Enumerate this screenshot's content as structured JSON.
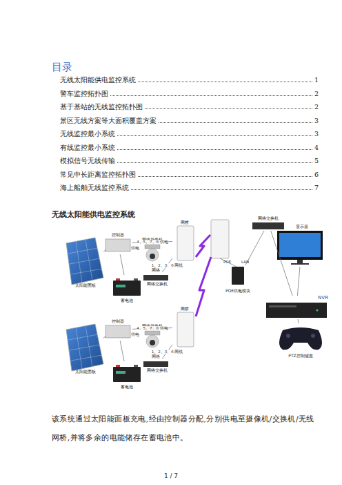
{
  "diagram": {
    "title": "目录",
    "caption": "该系统通过太阳能面板充电,经由控制器分配,分别供电至摄像机/交换机/无线网桥,并将多余的电能储存在蓄电池中。",
    "nodes": [
      {
        "text": [
          "太阳能面板"
        ]
      },
      {
        "text": [
          "控制器"
        ]
      },
      {
        "text": [
          "蓄电池"
        ]
      },
      {
        "text": [
          "网络摄像机"
        ]
      },
      {
        "text": [
          "网络交换机"
        ]
      },
      {
        "text": [
          "网桥"
        ]
      },
      {
        "text": [
          "太阳能面板"
        ]
      },
      {
        "text": [
          "控制器"
        ]
      },
      {
        "text": [
          "蓄电池"
        ]
      },
      {
        "text": [
          "网络摄像机"
        ]
      },
      {
        "text": [
          "网络交换机"
        ]
      },
      {
        "text": [
          "网桥"
        ]
      },
      {
        "text": [
          "POE供电模块"
        ]
      },
      {
        "text": [
          "网络交换机"
        ]
      },
      {
        "text": [
          "显示器"
        ]
      },
      {
        "text": [
          "NVR"
        ]
      },
      {
        "text": [
          "PTZ控制键盘"
        ]
      }
    ],
    "edges": [
      {
        "from": 0,
        "to": 1,
        "arrow": "none"
      },
      {
        "from": 1,
        "to": 2,
        "arrow": "none"
      },
      {
        "from": 1,
        "to": 3,
        "label": "供电",
        "arrow": "none"
      },
      {
        "from": 4,
        "to": 3,
        "label": "网络",
        "arrow": "none"
      },
      {
        "from": 1,
        "to": 5,
        "label": "4、5、7、8 供电",
        "arrow": "none"
      },
      {
        "from": 4,
        "to": 5,
        "label": "1、2、3、6 网线",
        "arrow": "none"
      },
      {
        "from": 6,
        "to": 7,
        "arrow": "none"
      },
      {
        "from": 7,
        "to": 8,
        "arrow": "none"
      },
      {
        "from": 7,
        "to": 9,
        "label": "供电",
        "arrow": "none"
      },
      {
        "from": 10,
        "to": 9,
        "label": "网络",
        "arrow": "none"
      },
      {
        "from": 7,
        "to": 11,
        "label": "4、5、7、8 供电",
        "arrow": "none"
      },
      {
        "from": 10,
        "to": 11,
        "label": "1、2、3、6 网线",
        "arrow": "none"
      },
      {
        "from": 12,
        "to": 13,
        "arrow": "none"
      },
      {
        "from": 13,
        "to": 15,
        "arrow": "none"
      },
      {
        "from": 14,
        "to": 15,
        "arrow": "none"
      },
      {
        "from": 16,
        "to": 15,
        "arrow": "none"
      }
    ],
    "labels": [
      "无线太阳能供电监控系统",
      "1",
      "警车监控拓扑图",
      "2",
      "基于基站的无线监控拓扑图",
      "2",
      "景区无线方案等大面积覆盖方案",
      "3",
      "无线监控最小系统",
      "3",
      "有线监控最小系统",
      "4",
      "模拟信号无线传输",
      "5",
      "常见中长距离监控拓扑图",
      "6",
      "海上船舶无线监控系统",
      "7",
      "无线太阳能供电监控系统",
      "POE",
      "LAN",
      "1 / 7"
    ]
  }
}
